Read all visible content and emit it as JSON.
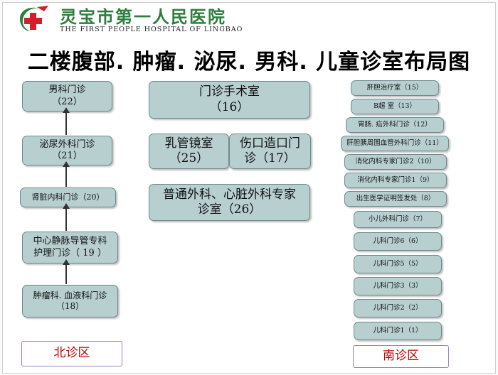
{
  "header": {
    "hospital_name_cn": "灵宝市第一人民医院",
    "hospital_name_en": "THE FIRST PEOPLE HOSPITAL OF LINGBAO",
    "logo_colors": {
      "cross": "#d21f2b",
      "swoosh": "#2f7d3e"
    }
  },
  "title": "二楼腹部. 肿瘤. 泌尿. 男科. 儿童诊室布局图",
  "north": {
    "boxes": [
      "男科门诊\n（22）",
      "泌尿外科门诊\n（21）",
      "肾脏内科门诊（20）",
      "中心静脉导管专科\n护理门诊（ 19 ）",
      "肿瘤科. 血液科门诊\n（18）"
    ],
    "zone_label": "北诊区"
  },
  "middle": {
    "boxes": [
      "门诊手术室\n（16）",
      "乳管镜室\n（25）",
      "伤口造口门\n诊（17）",
      "普通外科、心脏外科专家\n诊室（26）"
    ]
  },
  "south": {
    "boxes": [
      "肝胆治疗室（15）",
      "B超 室（13）",
      "胃肠. 疝外科门诊（12）",
      "肝胆胰周围血管外科门诊（11）",
      "消化内科专家门诊2（10）",
      "消化内科专家门诊1（9）",
      "出生医学证明签发处（8）",
      "小儿外科门诊（7）",
      "儿科门诊6（6）",
      "儿科门诊5（5）",
      "儿科门诊3（3）",
      "儿科门诊2（2）",
      "儿科门诊1（1）"
    ],
    "zone_label": "南诊区"
  },
  "colors": {
    "box_fill": "#b8cfd0",
    "box_border": "#6d8a8c",
    "zone_label_text": "#c00000",
    "zone_label_border": "#9b7fc4",
    "hospital_name": "#2f7d3e"
  }
}
